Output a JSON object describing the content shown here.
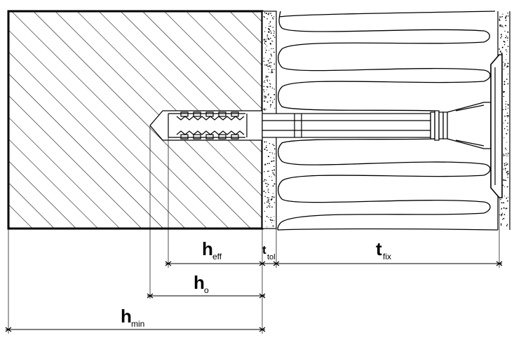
{
  "labels": {
    "h_eff": {
      "main": "h",
      "sub": "eff"
    },
    "t_tol": {
      "main": "t",
      "sub": "tol"
    },
    "t_fix": {
      "main": "t",
      "sub": "fix"
    },
    "h_o": {
      "main": "h",
      "sub": "o"
    },
    "h_min": {
      "main": "h",
      "sub": "min"
    }
  },
  "colors": {
    "line": "#000000",
    "background": "#ffffff",
    "stipple": "#000000"
  },
  "elements": {
    "substrate": "concrete-base-material",
    "plaster_layer": "plaster-tolerance-layer",
    "insulation": "insulation-layer",
    "outer_render": "outer-render-layer",
    "anchor": "insulation-anchor-with-plate"
  }
}
